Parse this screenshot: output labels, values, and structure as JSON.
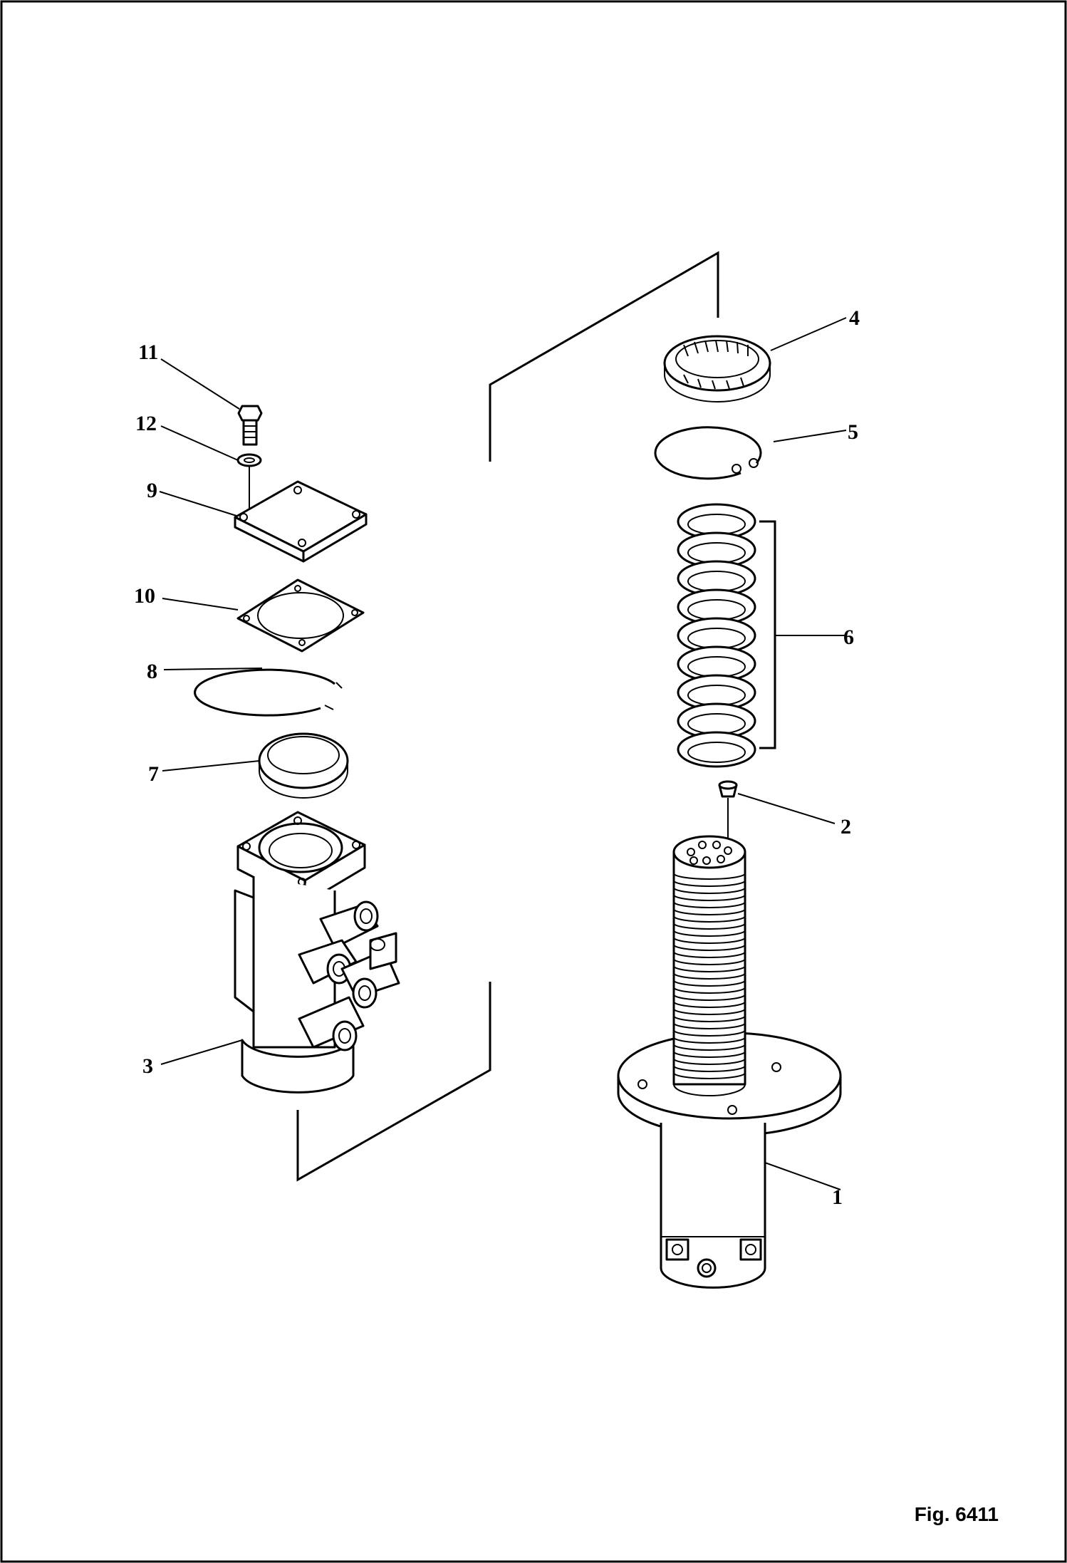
{
  "figure_label": "Fig. 6411",
  "callouts": {
    "c1": "1",
    "c2": "2",
    "c3": "3",
    "c4": "4",
    "c5": "5",
    "c6": "6",
    "c7": "7",
    "c8": "8",
    "c9": "9",
    "c10": "10",
    "c11": "11",
    "c12": "12"
  }
}
